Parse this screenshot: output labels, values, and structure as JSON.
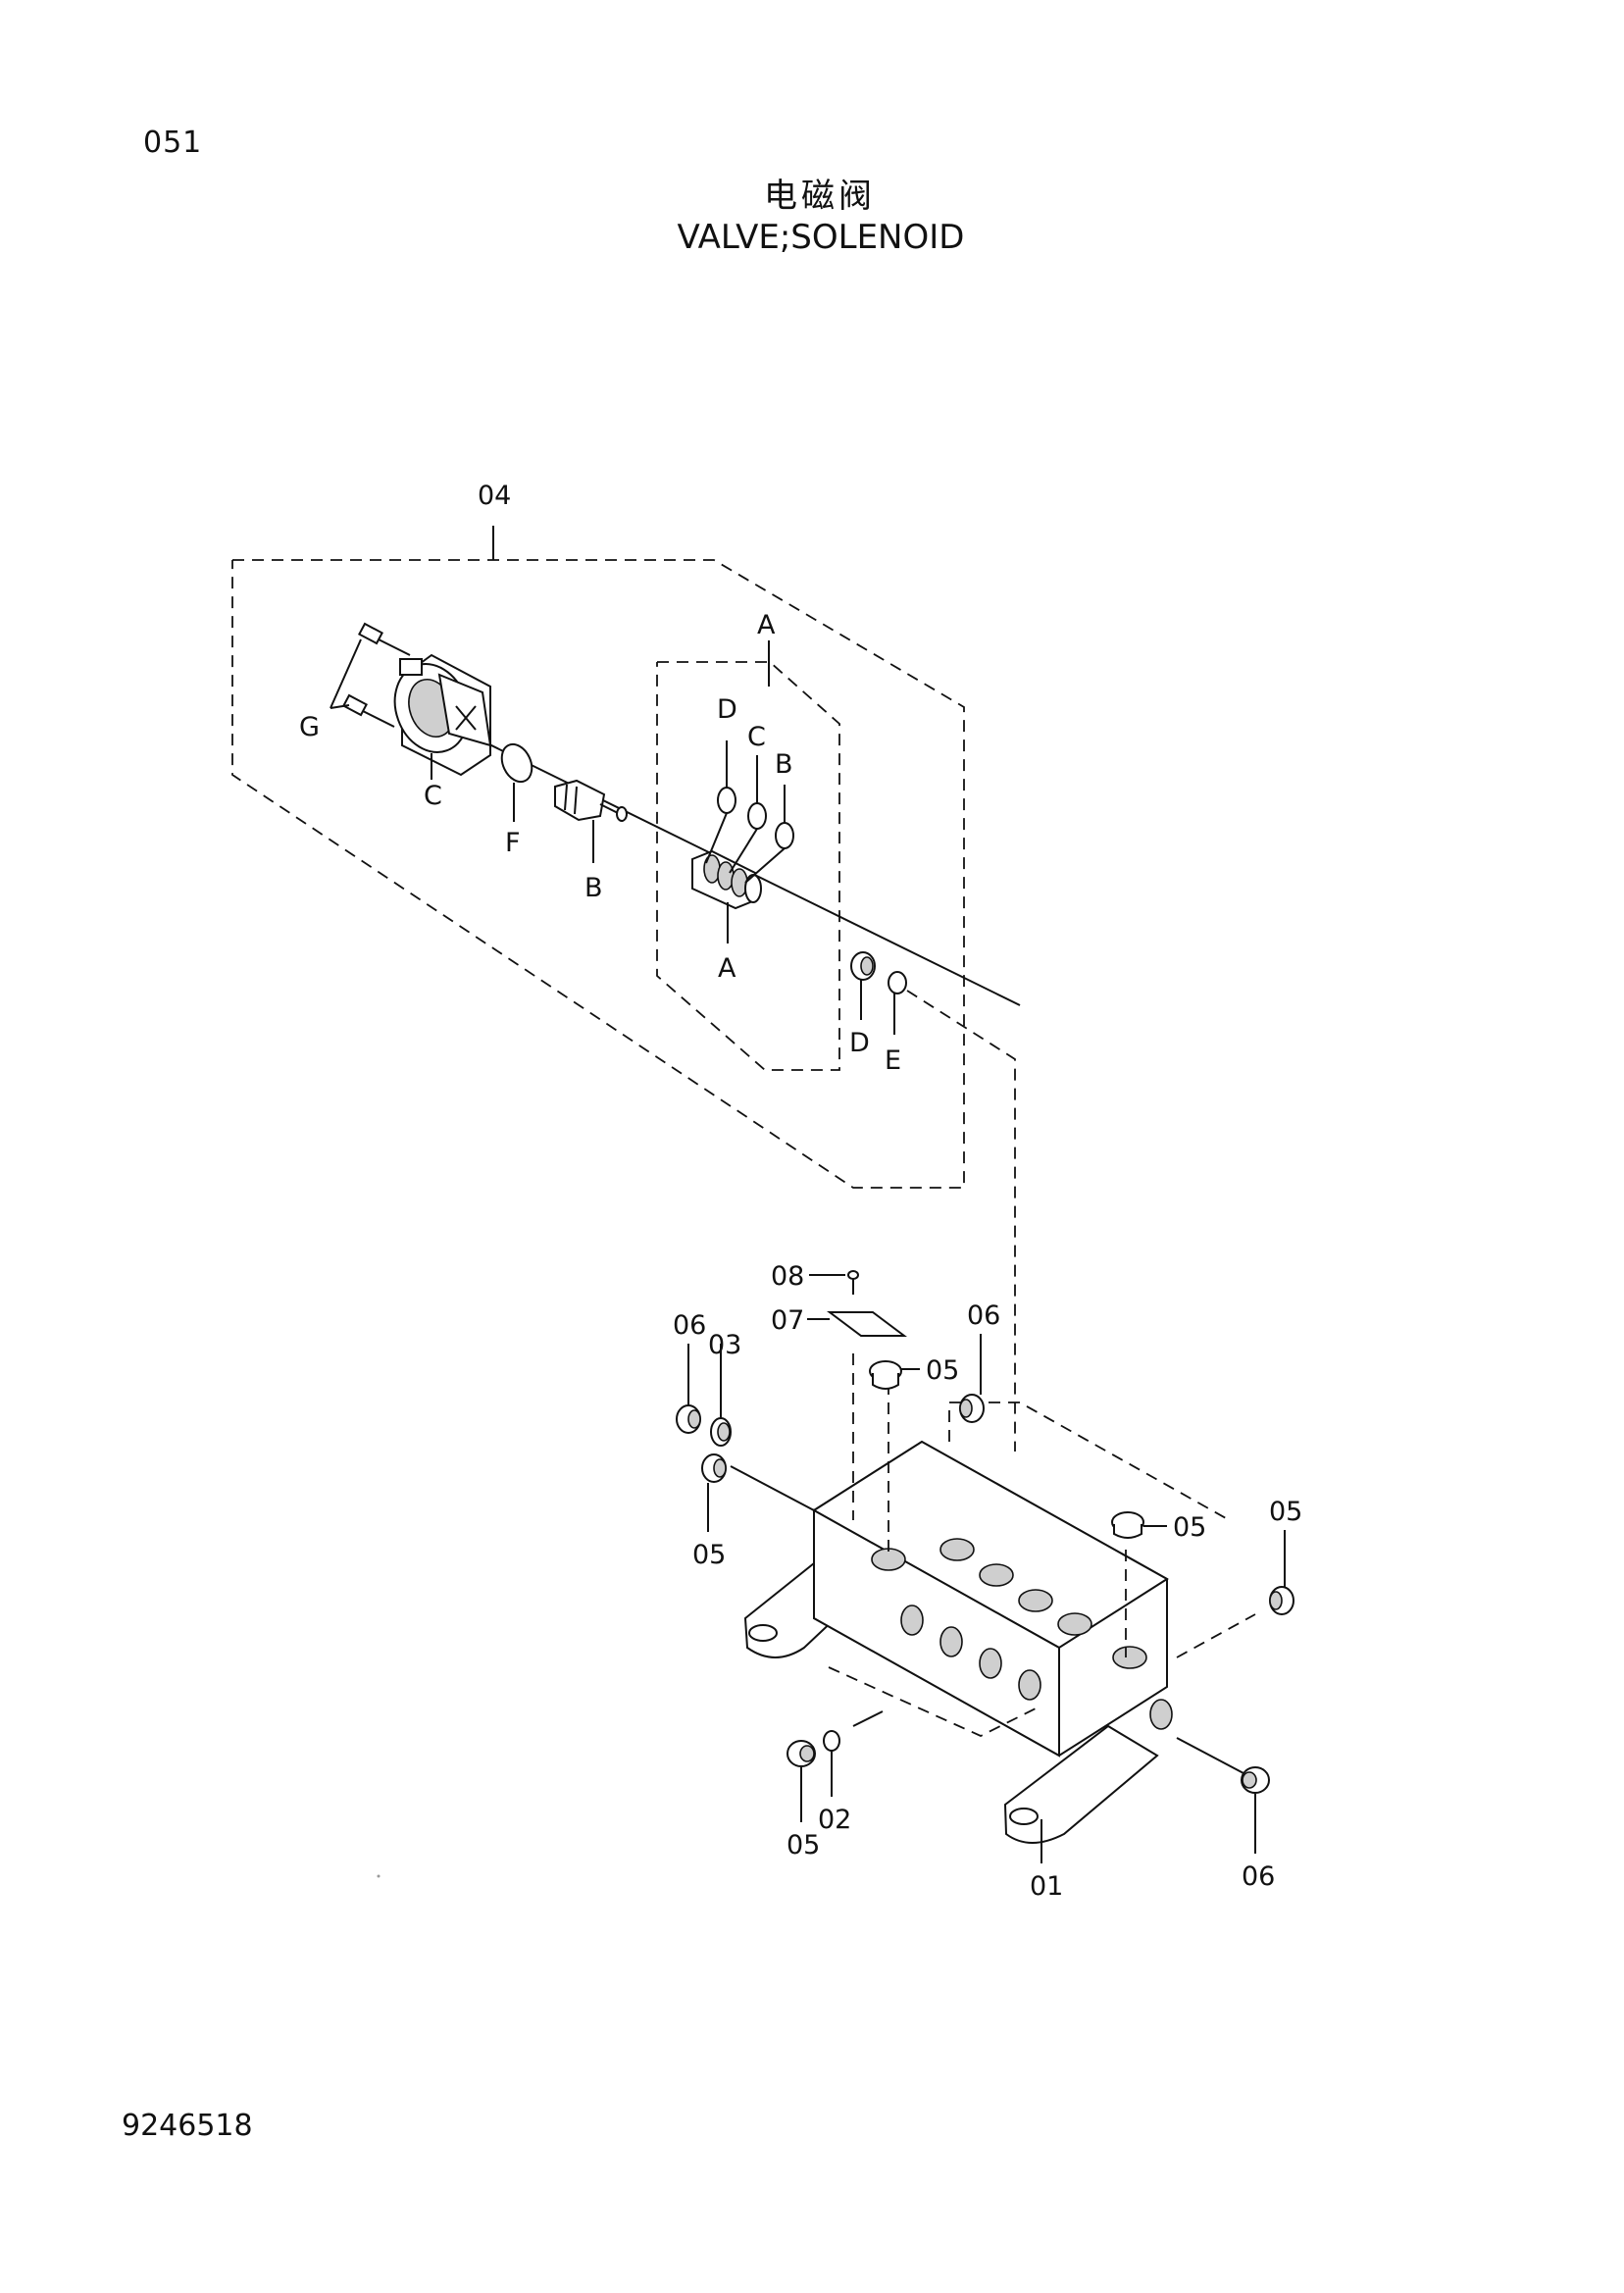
{
  "header": {
    "page_number": "051",
    "title_cn": "电磁阀",
    "title_en": "VALVE;SOLENOID"
  },
  "footer": {
    "drawing_number": "9246518"
  },
  "callouts": {
    "assembly_04": "04",
    "sub_a_top": "A",
    "g": "G",
    "c_left": "C",
    "f": "F",
    "b_left": "B",
    "d_top": "D",
    "c_top": "C",
    "b_top": "B",
    "a_bottom": "A",
    "d_bottom": "D",
    "e": "E",
    "p08": "08",
    "p07": "07",
    "p06_left": "06",
    "p03": "03",
    "p05_top": "05",
    "p06_mid": "06",
    "p05_left": "05",
    "p05_right": "05",
    "p05_far_right": "05",
    "p05_bottom": "05",
    "p02": "02",
    "p01": "01",
    "p06_bottom": "06"
  }
}
